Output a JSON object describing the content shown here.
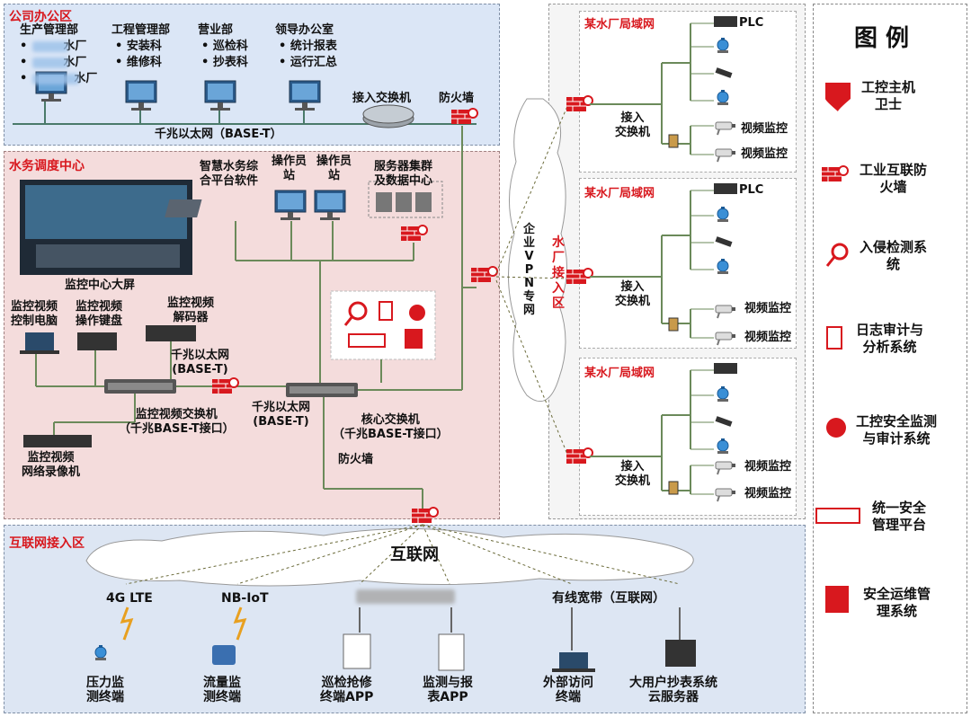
{
  "zones": {
    "office": "公司办公区",
    "dispatch": "水务调度中心",
    "internet": "互联网接入区",
    "plant_access": [
      "水",
      "厂",
      "接",
      "入",
      "区"
    ]
  },
  "office": {
    "dept_prod": "生产管理部",
    "plant_suffix": "水厂",
    "dept_eng": "工程管理部",
    "eng_items": [
      "安装科",
      "维修科"
    ],
    "dept_biz": "营业部",
    "biz_items": [
      "巡检科",
      "抄表科"
    ],
    "dept_lead": "领导办公室",
    "lead_items": [
      "统计报表",
      "运行汇总"
    ],
    "access_switch": "接入交换机",
    "firewall": "防火墙",
    "ethernet": "千兆以太网（BASE-T）"
  },
  "dispatch": {
    "smart_sw": [
      "智慧水务综",
      "合平台软件"
    ],
    "operator": [
      "操作员",
      "站"
    ],
    "server": [
      "服务器集群",
      "及数据中心"
    ],
    "big_screen": "监控中心大屏",
    "video_pc": [
      "监控视频",
      "控制电脑"
    ],
    "video_kb": [
      "监控视频",
      "操作键盘"
    ],
    "video_dec": [
      "监控视频",
      "解码器"
    ],
    "eth1": [
      "千兆以太网",
      "(BASE-T)"
    ],
    "eth2": [
      "千兆以太网",
      "(BASE-T)"
    ],
    "video_switch": [
      "监控视频交换机",
      "（千兆BASE-T接口）"
    ],
    "core_switch": [
      "核心交换机",
      "（千兆BASE-T接口）"
    ],
    "nvr": [
      "监控视频",
      "网络录像机"
    ],
    "firewall": "防火墙"
  },
  "vpn": [
    "企",
    "业",
    "V",
    "P",
    "N",
    "专",
    "网"
  ],
  "plants": {
    "lan": "某水厂局域网",
    "plc": "PLC",
    "access": [
      "接入",
      "交换机"
    ],
    "video": "视频监控"
  },
  "internet": {
    "cloud": "互联网",
    "lte": "4G LTE",
    "nbiot": "NB-IoT",
    "broadband": "有线宽带（互联网）",
    "pressure": [
      "压力监",
      "测终端"
    ],
    "flow": [
      "流量监",
      "测终端"
    ],
    "patrol": [
      "巡检抢修",
      "终端APP"
    ],
    "monitor": [
      "监测与报",
      "表APP"
    ],
    "external": [
      "外部访问",
      "终端"
    ],
    "bigcustomer": [
      "大用户抄表系统",
      "云服务器"
    ]
  },
  "legend": {
    "title": "图 例",
    "items": [
      [
        "工控主机",
        "卫士"
      ],
      [
        "工业互联防",
        "火墙"
      ],
      [
        "入侵检测系",
        "统"
      ],
      [
        "日志审计与",
        "分析系统"
      ],
      [
        "工控安全监测",
        "与审计系统"
      ],
      [
        "统一安全",
        "管理平台"
      ],
      [
        "安全运维管",
        "理系统"
      ]
    ]
  },
  "colors": {
    "office_bg": "#dbe6f6",
    "dispatch_bg": "#f4dcdc",
    "internet_bg": "#dde6f3",
    "red": "#d8181e",
    "plant_bg": "#f2f2f2"
  }
}
